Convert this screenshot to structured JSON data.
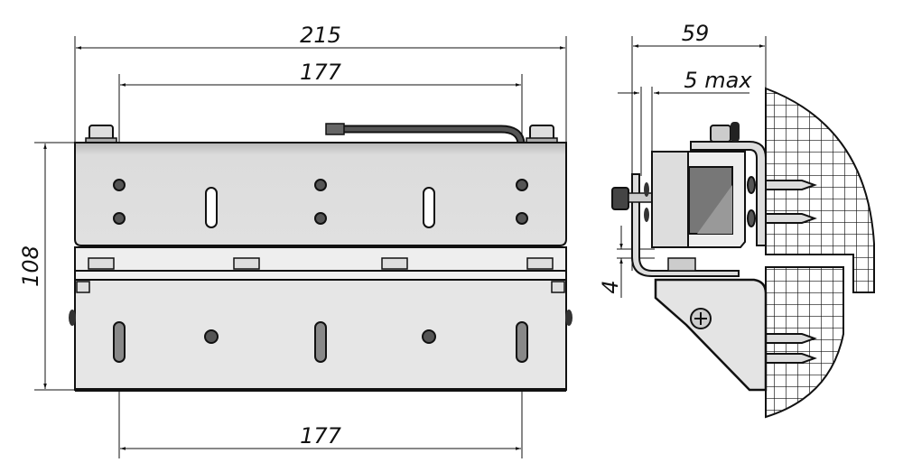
{
  "drawing": {
    "front_view": {
      "overall_width": "215",
      "top_hole_spacing": "177",
      "bottom_hole_spacing": "177",
      "height": "108"
    },
    "side_view": {
      "depth": "59",
      "gap": "5 max",
      "thickness": "4"
    }
  },
  "colors": {
    "line": "#111111",
    "plate": "#dcdcdc",
    "plate_light": "#e8e8e8",
    "hole": "#555555",
    "window": "#777777"
  }
}
